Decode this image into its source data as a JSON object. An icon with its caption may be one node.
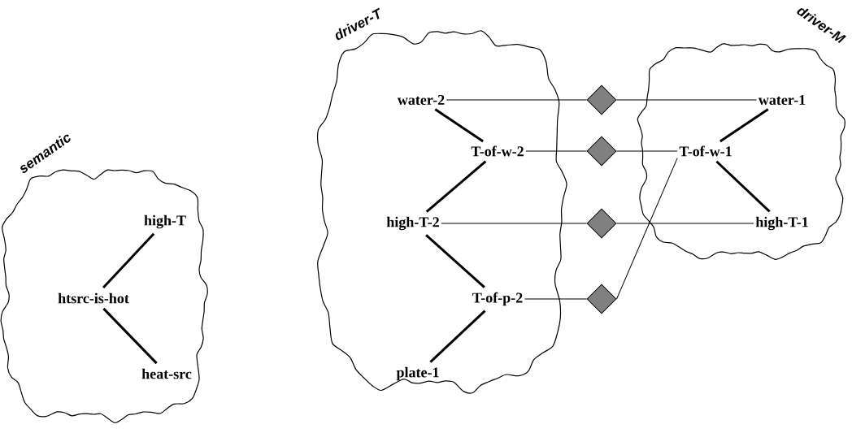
{
  "diagram": {
    "nodes": [
      {
        "text": [
          "semantic"
        ]
      },
      {
        "text": [
          "high-T"
        ],
        "in": 0
      },
      {
        "text": [
          "htsrc-is-hot"
        ],
        "in": 0
      },
      {
        "text": [
          "heat-src"
        ],
        "in": 0
      },
      {
        "text": [
          "driver-T"
        ]
      },
      {
        "text": [
          "water-2"
        ],
        "in": 4
      },
      {
        "text": [
          "T-of-w-2"
        ],
        "in": 4
      },
      {
        "text": [
          "high-T-2"
        ],
        "in": 4
      },
      {
        "text": [
          "T-of-p-2"
        ],
        "in": 4
      },
      {
        "text": [
          "plate-1"
        ],
        "in": 4
      },
      {
        "text": [
          "driver-M"
        ]
      },
      {
        "text": [
          "water-1"
        ],
        "in": 10
      },
      {
        "text": [
          "T-of-w-1"
        ],
        "in": 10
      },
      {
        "text": [
          "high-T-1"
        ],
        "in": 10
      },
      {
        "text": [],
        "shape": "diamond"
      },
      {
        "text": [],
        "shape": "diamond"
      },
      {
        "text": [],
        "shape": "diamond"
      },
      {
        "text": [],
        "shape": "diamond"
      }
    ],
    "edges": [
      {
        "from": 1,
        "to": 2,
        "arrow": "none",
        "style": "thick"
      },
      {
        "from": 2,
        "to": 3,
        "arrow": "none",
        "style": "thick"
      },
      {
        "from": 5,
        "to": 6,
        "arrow": "none",
        "style": "thick"
      },
      {
        "from": 6,
        "to": 7,
        "arrow": "none",
        "style": "thick"
      },
      {
        "from": 7,
        "to": 8,
        "arrow": "none",
        "style": "thick"
      },
      {
        "from": 8,
        "to": 9,
        "arrow": "none",
        "style": "thick"
      },
      {
        "from": 11,
        "to": 12,
        "arrow": "none",
        "style": "thick"
      },
      {
        "from": 12,
        "to": 13,
        "arrow": "none",
        "style": "thick"
      },
      {
        "from": 5,
        "to": 14,
        "arrow": "none"
      },
      {
        "from": 14,
        "to": 11,
        "arrow": "none"
      },
      {
        "from": 6,
        "to": 15,
        "arrow": "none"
      },
      {
        "from": 15,
        "to": 12,
        "arrow": "none"
      },
      {
        "from": 7,
        "to": 16,
        "arrow": "none"
      },
      {
        "from": 16,
        "to": 13,
        "arrow": "none"
      },
      {
        "from": 8,
        "to": 17,
        "arrow": "none"
      },
      {
        "from": 17,
        "to": 12,
        "arrow": "none"
      }
    ]
  }
}
